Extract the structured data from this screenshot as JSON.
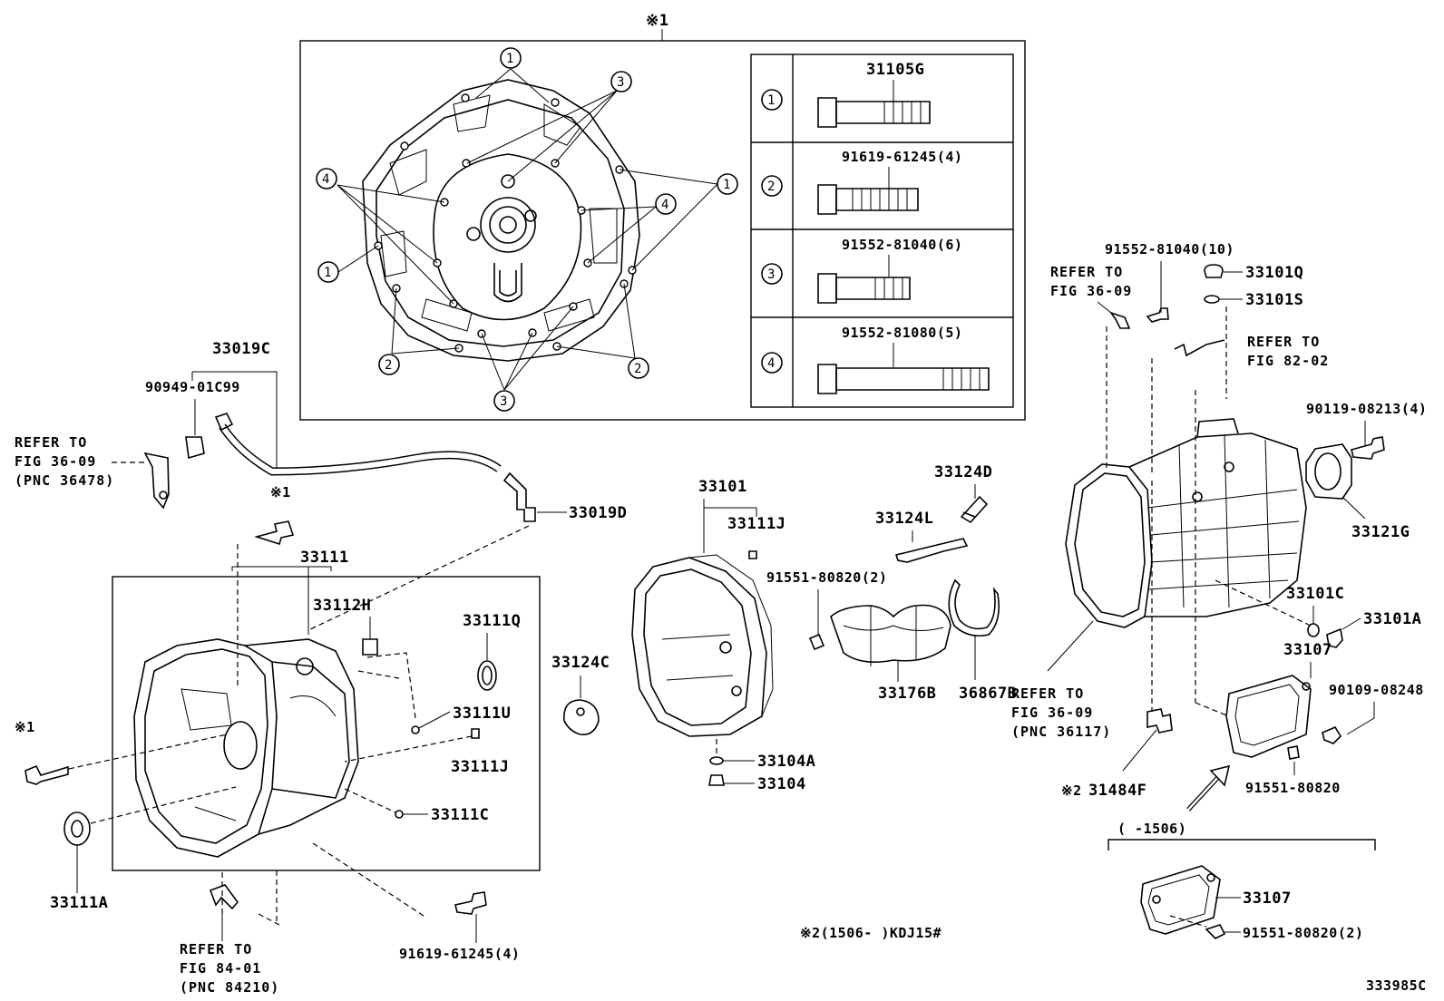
{
  "markers": {
    "note1": "※1",
    "note2": "※2",
    "c1": "1",
    "c2": "2",
    "c3": "3",
    "c4": "4"
  },
  "bolt_table": [
    {
      "key": "1",
      "part": "31105G"
    },
    {
      "key": "2",
      "part": "91619-61245(4)"
    },
    {
      "key": "3",
      "part": "91552-81040(6)"
    },
    {
      "key": "4",
      "part": "91552-81080(5)"
    }
  ],
  "labels": {
    "p33019C": "33019C",
    "p90949": "90949-01C99",
    "p33019D": "33019D",
    "p33111": "33111",
    "p33112H": "33112H",
    "p33111Q": "33111Q",
    "p33111U": "33111U",
    "p33111J_a": "33111J",
    "p33111C": "33111C",
    "p33111A": "33111A",
    "p91619_b": "91619-61245(4)",
    "p33101": "33101",
    "p33111J_b": "33111J",
    "p33124C": "33124C",
    "p33104A": "33104A",
    "p33104": "33104",
    "p91551_a": "91551-80820(2)",
    "p33124D": "33124D",
    "p33124L": "33124L",
    "p33176B": "33176B",
    "p36867B": "36867B",
    "p91552_b": "91552-81040(10)",
    "p33101Q": "33101Q",
    "p33101S": "33101S",
    "p90119": "90119-08213(4)",
    "p33121G": "33121G",
    "p33101C": "33101C",
    "p33101A": "33101A",
    "p33107_a": "33107",
    "p90109": "90109-08248",
    "p31484F": "31484F",
    "p91551_b": "91551-80820",
    "range_a": "(      -1506)",
    "p33107_b": "33107",
    "p91551_c": "91551-80820(2)",
    "note_kdj": "※2(1506-      )KDJ15#",
    "fig_id": "333985C"
  },
  "refs": {
    "r1": [
      "REFER TO",
      "FIG 36-09",
      "(PNC 36478)"
    ],
    "r2": [
      "REFER TO",
      "FIG 84-01",
      "(PNC 84210)"
    ],
    "r3": [
      "REFER TO",
      "FIG 36-09"
    ],
    "r4": [
      "REFER TO",
      "FIG 82-02"
    ],
    "r5": [
      "REFER TO",
      "FIG 36-09",
      "(PNC 36117)"
    ]
  }
}
